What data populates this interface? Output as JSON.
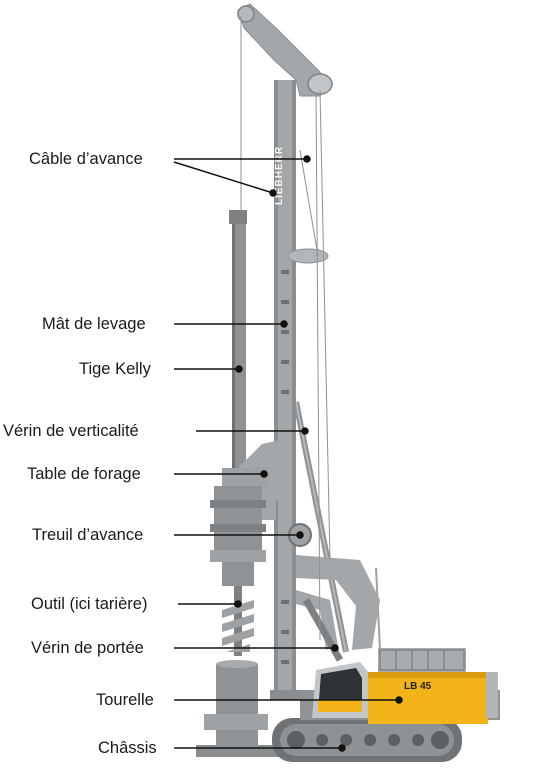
{
  "labels": [
    {
      "id": "cable-avance",
      "text": "Câble d’avance"
    },
    {
      "id": "mat-levage",
      "text": "Mât de levage"
    },
    {
      "id": "tige-kelly",
      "text": "Tige Kelly"
    },
    {
      "id": "verin-verticalite",
      "text": "Vérin de verticalité"
    },
    {
      "id": "table-forage",
      "text": "Table de forage"
    },
    {
      "id": "treuil-avance",
      "text": "Treuil d’avance"
    },
    {
      "id": "outil",
      "text": "Outil (ici tarière)"
    },
    {
      "id": "verin-portee",
      "text": "Vérin de portée"
    },
    {
      "id": "tourelle",
      "text": "Tourelle"
    },
    {
      "id": "chassis",
      "text": "Châssis"
    }
  ],
  "brand": {
    "mast_logo": "LIEBHERR",
    "model_badge": "LB 45"
  },
  "colors": {
    "machine_gray": "#9ea2a5",
    "dark_gray": "#6e7275",
    "cabin_yellow": "#f2b418",
    "leader_line": "#111111"
  }
}
